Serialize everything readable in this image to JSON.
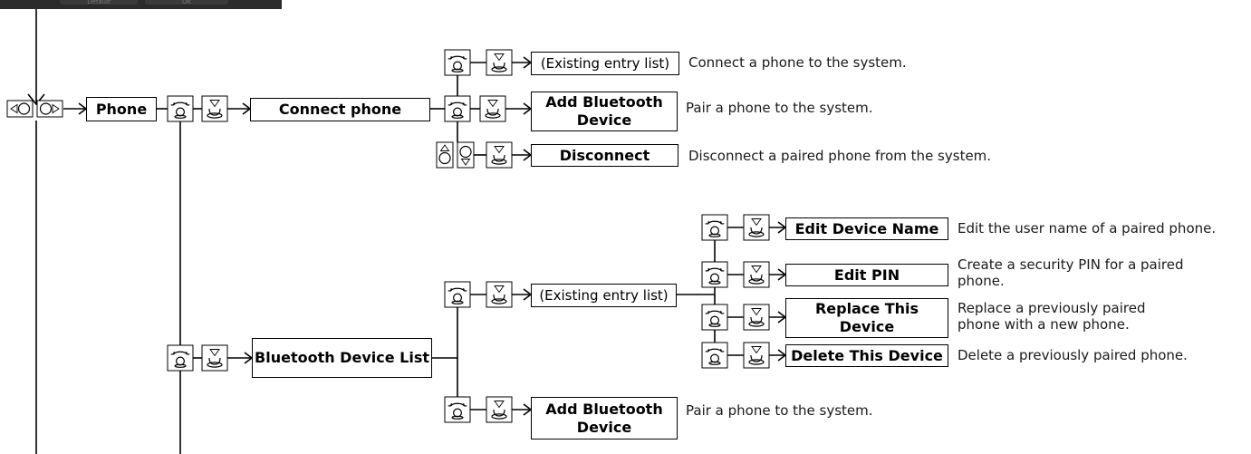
{
  "top_strip": {
    "left_label": "Default",
    "right_label": "OK"
  },
  "nodes": {
    "phone": "Phone",
    "connect_phone": "Connect phone",
    "existing_entry_list_1": "(Existing entry list)",
    "add_bluetooth_device_1": "Add Bluetooth Device",
    "disconnect": "Disconnect",
    "bluetooth_device_list": "Bluetooth Device List",
    "existing_entry_list_2": "(Existing entry list)",
    "edit_device_name": "Edit Device Name",
    "edit_pin": "Edit PIN",
    "replace_this_device": "Replace This Device",
    "delete_this_device": "Delete This Device",
    "add_bluetooth_device_2": "Add Bluetooth Device"
  },
  "descriptions": {
    "connect": "Connect a phone to the system.",
    "pair_1": "Pair a phone to the system.",
    "disconnect": "Disconnect a paired phone from the system.",
    "edit_name": "Edit the user name of a paired phone.",
    "edit_pin": "Create a security PIN for a paired phone.",
    "replace": "Replace a previously paired phone with a new phone.",
    "delete": "Delete a previously paired phone.",
    "pair_2": "Pair a phone to the system."
  },
  "icons": {
    "rotate": "interface-dial-rotate-icon",
    "press": "interface-dial-press-icon",
    "move_left_right": "interface-dial-move-left-right-icon",
    "move_up_down": "interface-dial-move-up-down-icon"
  }
}
